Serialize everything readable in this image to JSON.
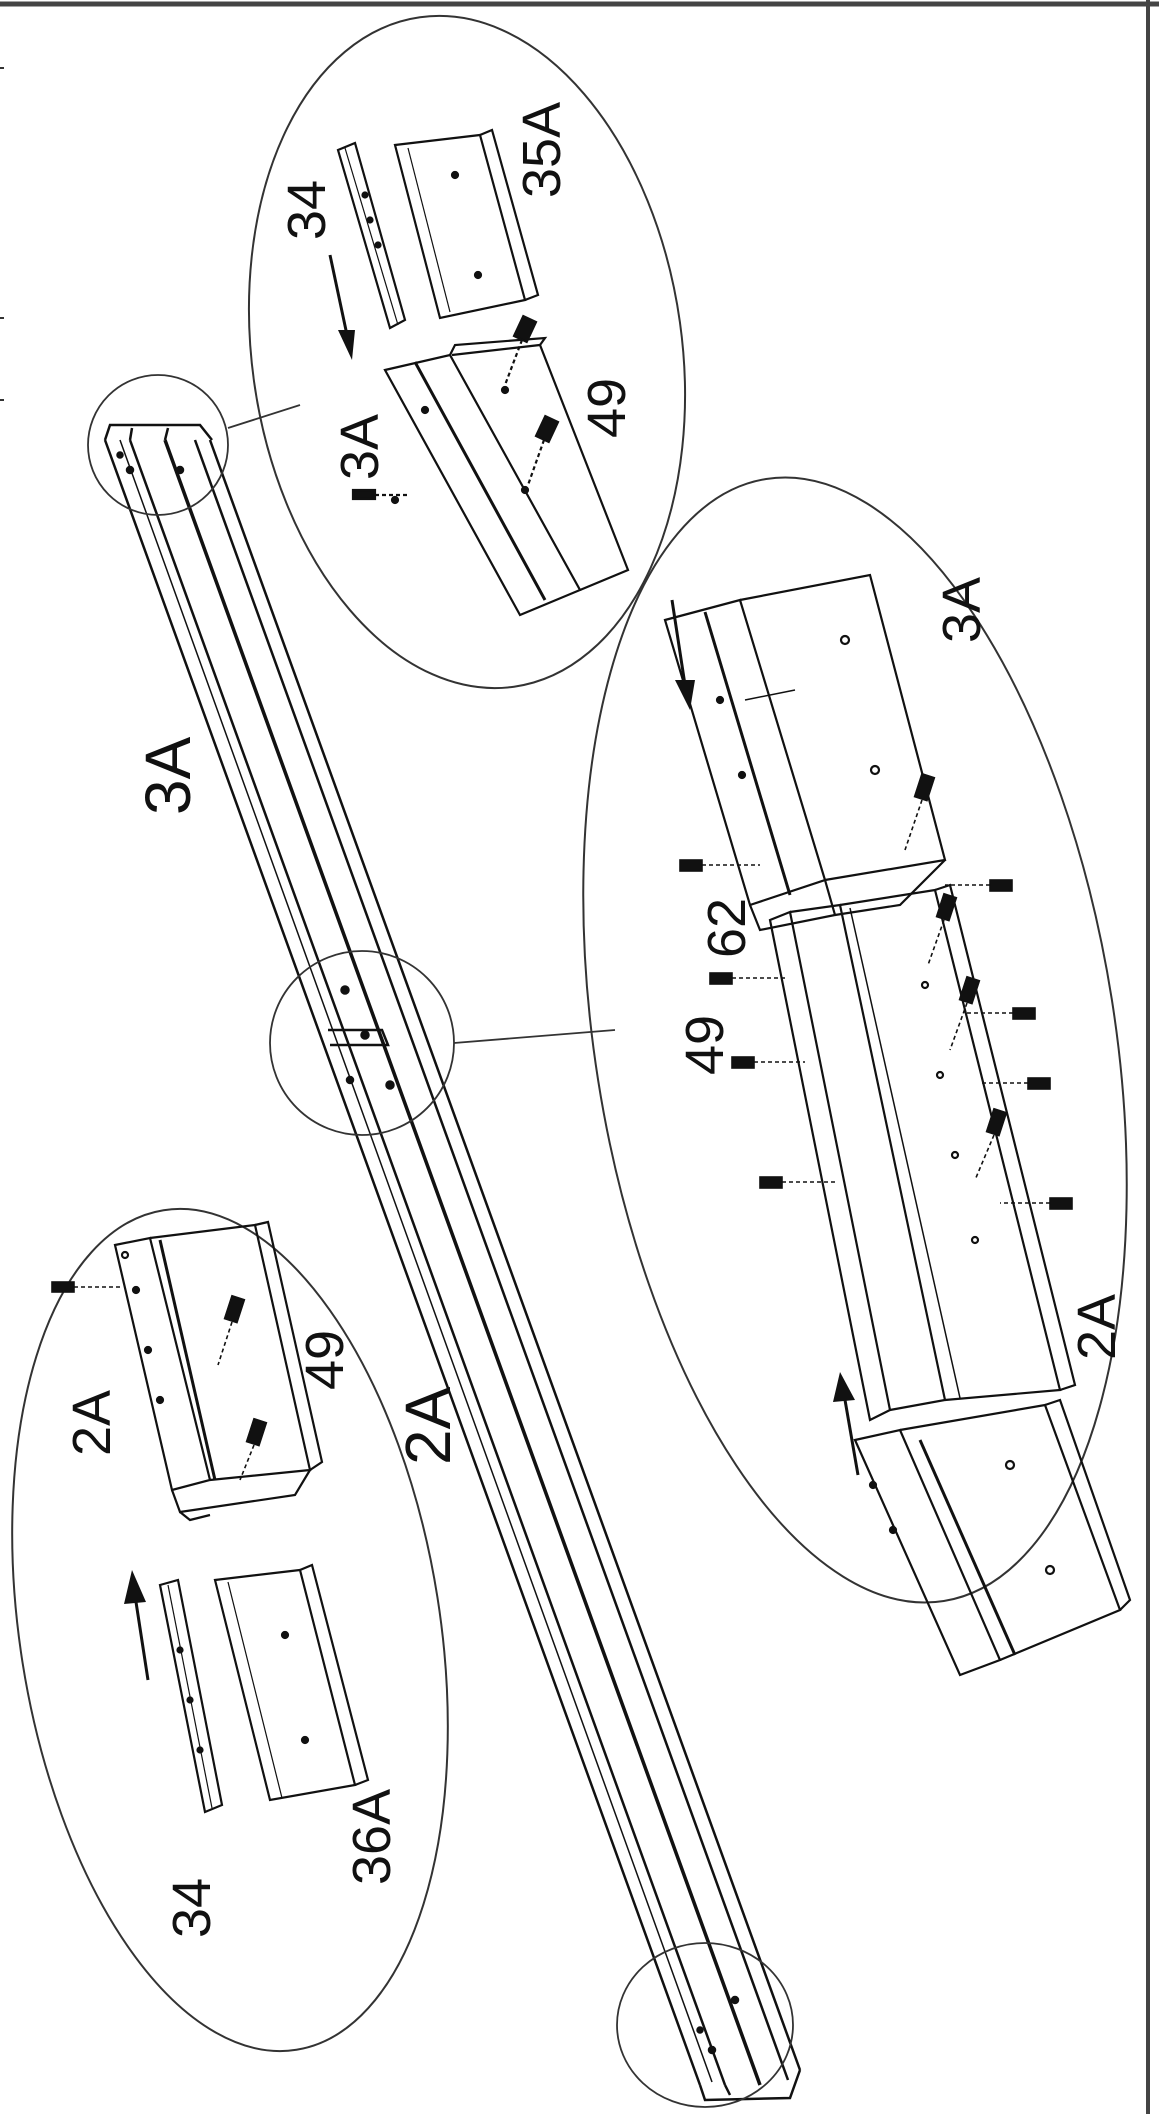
{
  "diagram": {
    "overview": {
      "upper_rail_label": "3A",
      "lower_rail_label": "2A"
    },
    "detail_top": {
      "labels": [
        "34",
        "35A",
        "3A",
        "49"
      ]
    },
    "detail_middle": {
      "labels": [
        "3A",
        "62",
        "49",
        "2A"
      ]
    },
    "detail_bottom": {
      "labels": [
        "2A",
        "49",
        "34",
        "36A"
      ]
    }
  },
  "colors": {
    "line": "#111111",
    "frame": "#444444",
    "background": "#ffffff"
  }
}
